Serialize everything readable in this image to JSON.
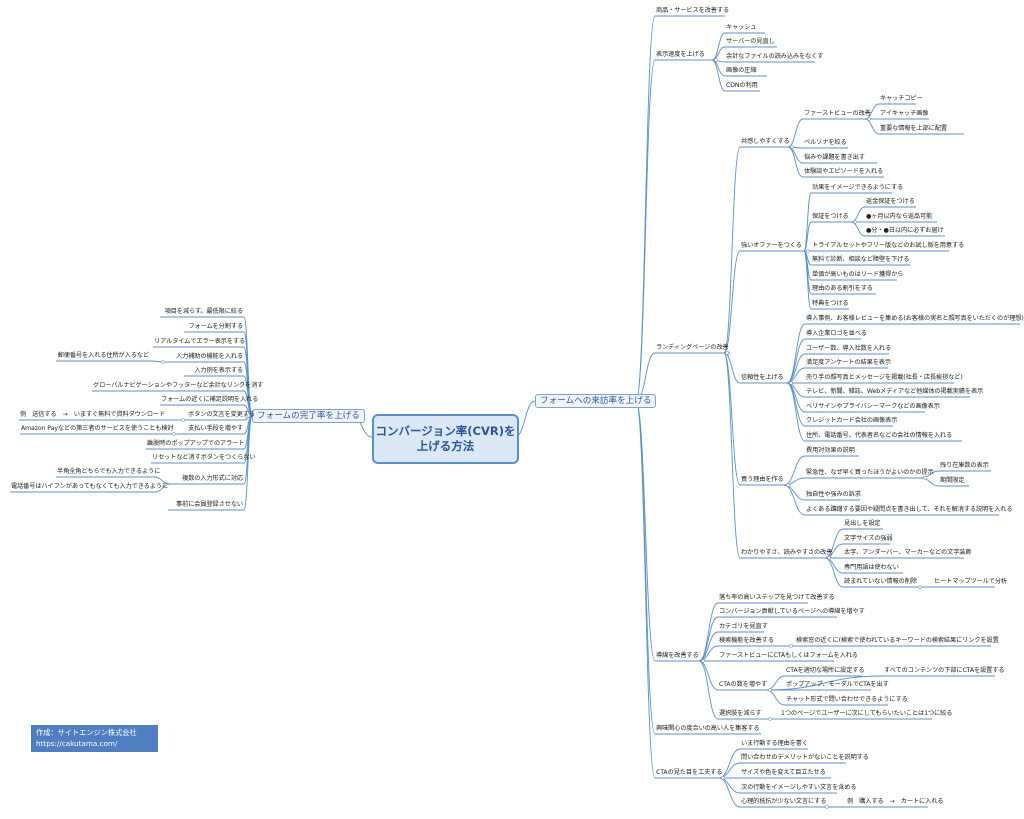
{
  "center": "コンバージョン率(CVR)を\n上げる方法",
  "branches": {
    "left": "フォームの完了率を上げる",
    "right": "フォームへの来訪率を上げる"
  },
  "credit": {
    "line1": "作成：サイトエンジン株式会社",
    "line2": "https://cakutama.com/"
  },
  "left_nodes": [
    "項目を減らす。最低限に絞る",
    "フォームを分割する",
    "リアルタイムでエラー表示をする",
    "入力補助の機能を入れる",
    "郵便番号を入れる住所が入るなど",
    "入力例を表示する",
    "グローバルナビゲーションやフッターなど余計なリンクを消す",
    "フォームの近くに補足説明を入れる",
    "ボタンの文言を変更する",
    "例　送信する　→　いますぐ無料で資料ダウンロード",
    "支払い手段を増やす",
    "Amazon Payなどの第三者のサービスを使うことも検討",
    "離脱時のポップアップでのアラート",
    "リセットなど消すボタンをつくらない",
    "複数の入力形式に対応",
    "半角全角どちらでも入力できるように",
    "電話番号はハイフンがあってもなくても入力できるように",
    "事前に会員登録させない"
  ],
  "right_nodes": [
    "商品・サービスを改善する",
    "表示速度を上げる",
    "キャッシュ",
    "サーバーの見直し",
    "余計なファイルの読み込みをなくす",
    "画像の圧縮",
    "CDNの利用",
    "ランディングページの改善",
    "共感しやすくする",
    "ファーストビューの改善",
    "キャッチコピー",
    "アイキャッチ画像",
    "重要な情報を上部に配置",
    "ペルソナを絞る",
    "悩みや課題を書き出す",
    "体験談やエピソードを入れる",
    "強いオファーをつくる",
    "効果をイメージできるようにする",
    "保証をつける",
    "返金保証をつける",
    "●ヶ月以内なら返品可能",
    "●分・●日以内に必ずお届け",
    "トライアルセットやフリー版などのお試し版を用意する",
    "無料で診断、相談など障壁を下げる",
    "単価が高いものはリード獲得から",
    "理由のある割引をする",
    "特典をつける",
    "信頼性を上げる",
    "導入事例、お客様レビューを集める(お客様の実名と顔写真をいただくのが理想)",
    "導入企業ロゴを並べる",
    "ユーザー数、導入社数を入れる",
    "満足度アンケートの結果を表示",
    "売り手の顔写真とメッセージを掲載(社長・店長挨拶など)",
    "テレビ、新聞、雑誌、Webメディアなど他媒体の掲載実績を表示",
    "ベリサインやプライバシーマークなどの画像表示",
    "クレジットカード会社の画像表示",
    "住所、電話番号、代表者名などの会社の情報を入れる",
    "買う理由を作る",
    "費用対効果の説明",
    "緊急性、なぜ早く買ったほうがよいのかの提示",
    "残り在庫数の表示",
    "期間限定",
    "独自性や強みの訴求",
    "よくある躊躇する要因や疑問点を書き出して、それを解消する説明を入れる",
    "わかりやすさ、読みやすさの改善",
    "見出しを設定",
    "文字サイズの強弱",
    "太字、アンダーバー、マーカーなどの文字装飾",
    "専門用語は使わない",
    "読まれていない情報の削除",
    "ヒートマップツールで分析",
    "導線を改善する",
    "落ち率の高いステップを見つけて改善する",
    "コンバージョン貢献しているページへの導線を増やす",
    "カテゴリを見直す",
    "検索機能を改善する",
    "検索窓の近くに(検索で使われているキーワードの検索結果にリンクを設置",
    "ファーストビューにCTAもしくはフォームを入れる",
    "CTAの数を増やす",
    "CTAを適切な場所に設定する",
    "すべてのコンテンツの下部にCTAを設置する",
    "ポップアップ、モーダルでCTAを出す",
    "チャット形式で問い合わせできるようにする",
    "選択肢を減らす",
    "1つのページでユーザーに次にしてもらいたいことは1つに絞る",
    "興味関心の度合いの高い人を集客する",
    "CTAの見た目を工夫する",
    "いま行動する理由を書く",
    "問い合わせのデメリットがないことを説明する",
    "サイズや色を変えて目立たせる",
    "次の行動をイメージしやすい文言を含める",
    "心理的抵抗が少ない文言にする",
    "例　購入する　→　カートに入れる"
  ],
  "colors": {
    "line": "#5b8fc9",
    "center_fill": "#dbe8f6",
    "credit_fill": "#4f7fc0"
  }
}
